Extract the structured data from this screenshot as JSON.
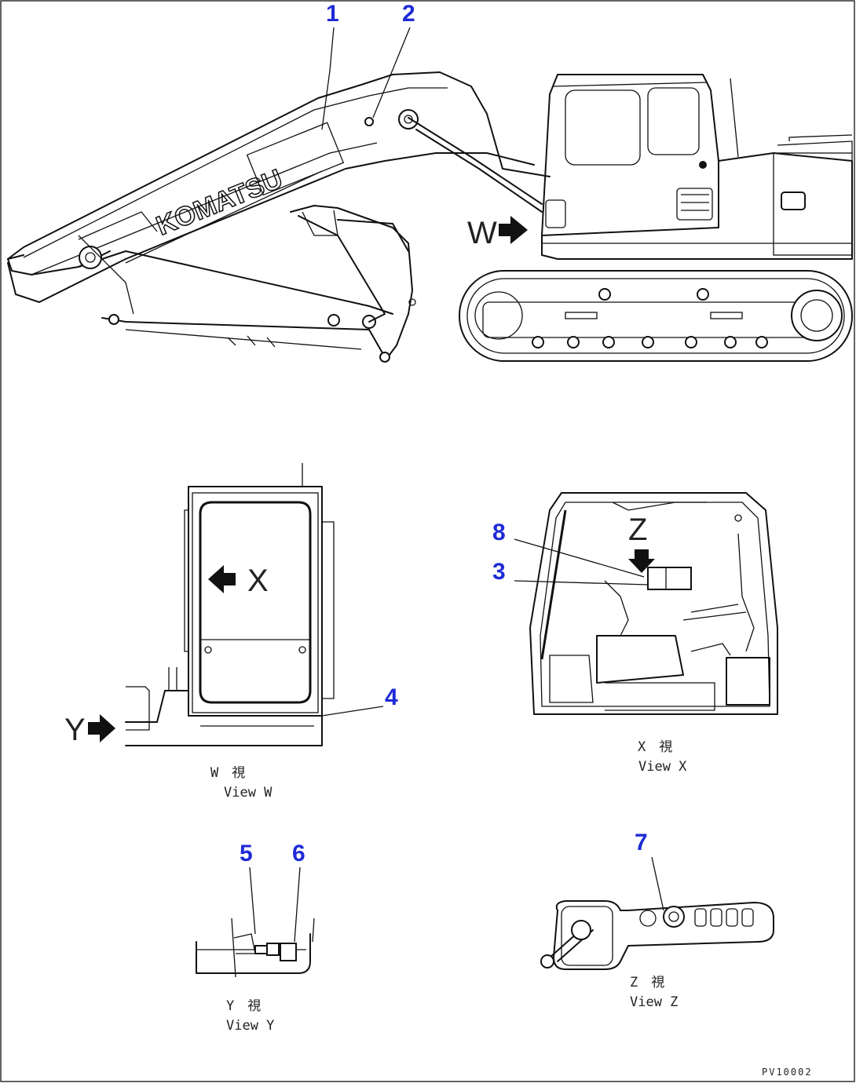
{
  "callouts": {
    "c1": "1",
    "c2": "2",
    "c3": "3",
    "c4": "4",
    "c5": "5",
    "c6": "6",
    "c7": "7",
    "c8": "8"
  },
  "direction_letters": {
    "w": "W",
    "x": "X",
    "y": "Y",
    "z": "Z"
  },
  "boom_brand": "KOMATSU",
  "view_labels": {
    "w_jp": "W　視",
    "w_en": "View W",
    "x_jp": "X　視",
    "x_en": "View X",
    "y_jp": "Y　視",
    "y_en": "View Y",
    "z_jp": "Z　視",
    "z_en": "View Z"
  },
  "drawing_code": "PV10002",
  "colors": {
    "callout": "#1f2bd6",
    "line": "#111111",
    "background": "#ffffff"
  },
  "icons": {
    "arrow": "right-arrow-icon"
  }
}
